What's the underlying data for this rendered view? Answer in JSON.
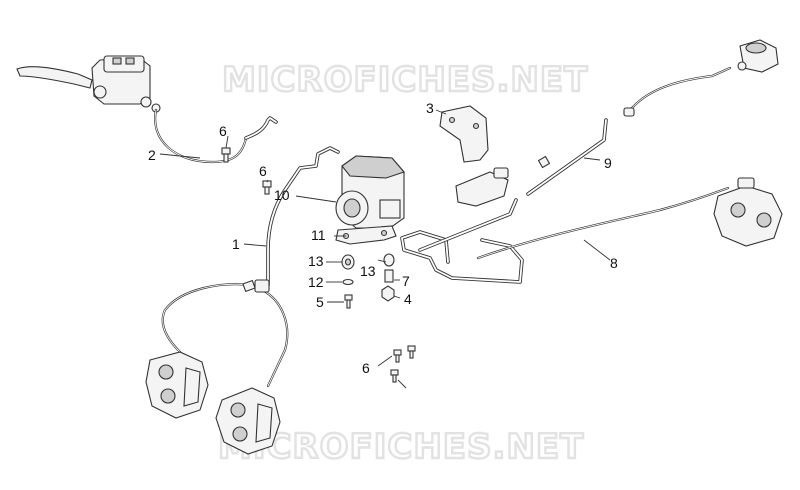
{
  "watermark": {
    "text": "MICROFICHES.NET",
    "color": "#e2e2e2"
  },
  "callouts": [
    {
      "id": "c1",
      "label": "1"
    },
    {
      "id": "c2",
      "label": "2"
    },
    {
      "id": "c3",
      "label": "3"
    },
    {
      "id": "c4",
      "label": "4"
    },
    {
      "id": "c5",
      "label": "5"
    },
    {
      "id": "c6a",
      "label": "6"
    },
    {
      "id": "c6b",
      "label": "6"
    },
    {
      "id": "c6c",
      "label": "6"
    },
    {
      "id": "c7",
      "label": "7"
    },
    {
      "id": "c8",
      "label": "8"
    },
    {
      "id": "c9",
      "label": "9"
    },
    {
      "id": "c10",
      "label": "10"
    },
    {
      "id": "c11",
      "label": "11"
    },
    {
      "id": "c12",
      "label": "12"
    },
    {
      "id": "c13a",
      "label": "13"
    },
    {
      "id": "c13b",
      "label": "13"
    }
  ],
  "colors": {
    "line": "#333333",
    "part_fill": "#f4f4f4",
    "part_shade": "#cfcfcf",
    "background": "#ffffff"
  }
}
